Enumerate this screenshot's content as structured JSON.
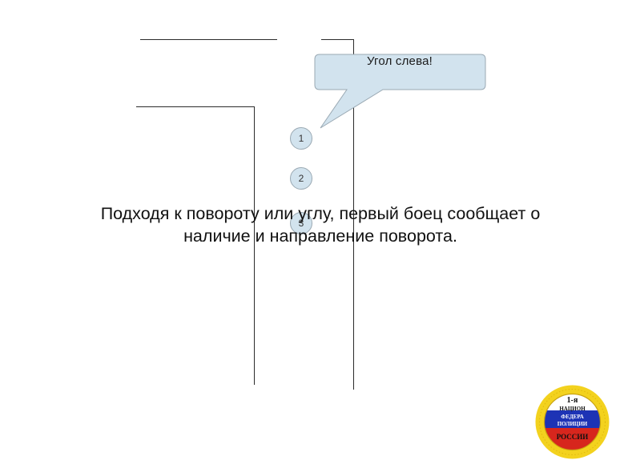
{
  "bubble": {
    "text": "Угол слева!"
  },
  "markers": [
    "1",
    "2",
    "3"
  ],
  "caption": {
    "line1": "Подходя к повороту или углу, первый боец сообщает о",
    "line2": "наличие и направление поворота."
  },
  "logo": {
    "text_top": "1-я",
    "text_mid1": "НАЦИОН",
    "text_mid2": "ФЕДЕРА",
    "text_mid3": "ПОЛИЦИИ",
    "text_bottom": "РОССИИ"
  },
  "colors": {
    "bubble_fill": "#d2e3ee",
    "marker_fill": "#d2e3ee",
    "wall": "#2b2b2b"
  }
}
